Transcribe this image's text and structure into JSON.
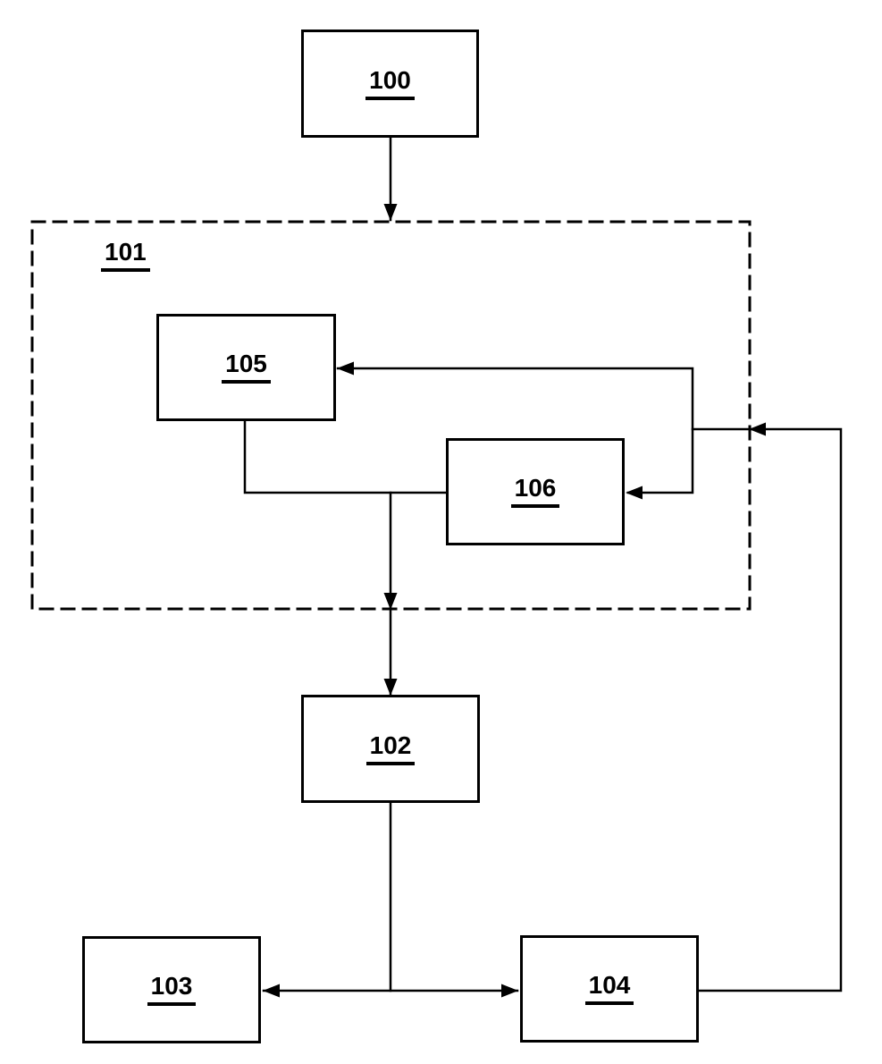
{
  "figure": {
    "type": "block-diagram",
    "background_color": "#ffffff",
    "line_color": "#000000"
  },
  "nodes": {
    "n100": {
      "label": "100",
      "shape": "rectangle"
    },
    "n101": {
      "label": "101",
      "shape": "dashed-container",
      "contains": [
        "105",
        "106"
      ]
    },
    "n102": {
      "label": "102",
      "shape": "rectangle"
    },
    "n103": {
      "label": "103",
      "shape": "rectangle"
    },
    "n104": {
      "label": "104",
      "shape": "rectangle"
    },
    "n105": {
      "label": "105",
      "shape": "rectangle",
      "parent": "101"
    },
    "n106": {
      "label": "106",
      "shape": "rectangle",
      "parent": "101"
    }
  },
  "edges": [
    {
      "from": "100",
      "to": "101",
      "type": "arrow"
    },
    {
      "from": "105",
      "to": "106",
      "type": "line"
    },
    {
      "from": "101",
      "to": "102",
      "type": "arrow"
    },
    {
      "from": "102",
      "to": "103",
      "type": "arrow"
    },
    {
      "from": "102",
      "to": "104",
      "type": "arrow"
    },
    {
      "from": "104",
      "to": "101",
      "type": "arrow-feedback"
    },
    {
      "from": "104",
      "to": "105",
      "type": "arrow-feedback"
    },
    {
      "from": "104",
      "to": "106",
      "type": "arrow-feedback"
    }
  ]
}
